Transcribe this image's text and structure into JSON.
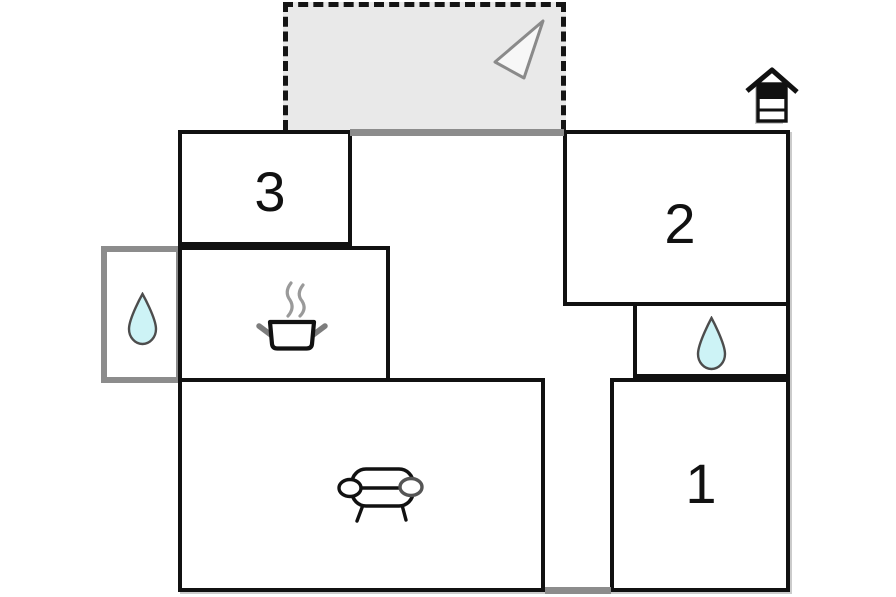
{
  "floorplan": {
    "type": "vacation-house-floor-plan",
    "rooms": {
      "bedroom1": {
        "label": "1",
        "name": "room 1"
      },
      "bedroom2": {
        "label": "2",
        "name": "room 2"
      },
      "bedroom3": {
        "label": "3",
        "name": "room 3"
      },
      "kitchen": {
        "icon": "cooking-pot-icon"
      },
      "living_room": {
        "icon": "sofa-icon"
      },
      "bathroom_left_annex": {
        "icon": "water-drop-icon"
      },
      "bathroom_right": {
        "icon": "water-drop-icon"
      },
      "terrace": {
        "icon": "direction-arrow-icon"
      }
    },
    "exterior_symbols": {
      "chimney": "fireplace-icon"
    },
    "colors": {
      "wall": "#111111",
      "terrace_fill": "#e9e9e9",
      "door_gray": "#8c8c8c",
      "annex_border_gray": "#8c8c8c",
      "water_drop_fill": "#cdf3f6",
      "steam_gray": "#9a9a9a"
    }
  }
}
